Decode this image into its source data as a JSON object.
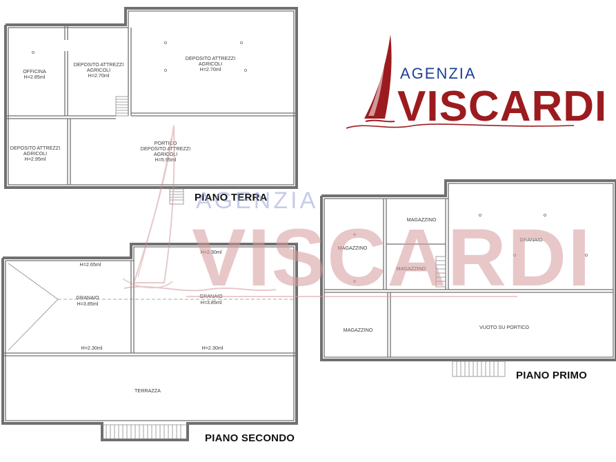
{
  "logo": {
    "top": "AGENZIA",
    "main": "VISCARDI",
    "colors": {
      "blue": "#1c3f9a",
      "red": "#9c1b1f"
    },
    "icon": "sailboat-icon"
  },
  "watermark": {
    "top": "AGENZIA",
    "main": "VISCARDI",
    "icon": "sailboat-watermark-icon"
  },
  "floors": {
    "terra": {
      "title": "PIANO TERRA",
      "rooms": {
        "officina": {
          "name": "OFFICINA",
          "height": "H=2.85ml"
        },
        "deposito1": {
          "line1": "DEPOSITO ATTREZZI",
          "line2": "AGRICOLI",
          "height": "H=2.70ml"
        },
        "deposito2": {
          "line1": "DEPOSITO ATTREZZI",
          "line2": "AGRICOLI",
          "height": "H=2.70ml"
        },
        "deposito3": {
          "line1": "DEPOSITO ATTREZZI",
          "line2": "AGRICOLI",
          "height": "H=2.95ml"
        },
        "portico": {
          "line1": "PORTICO",
          "line2": "DEPOSITO ATTREZZI",
          "line3": "AGRICOLI",
          "height": "H=5.95ml"
        }
      }
    },
    "primo": {
      "title": "PIANO PRIMO",
      "rooms": {
        "magazzino1": "MAGAZZINO",
        "magazzino2": "MAGAZZINO",
        "magazzino3": "MAGAZZINO",
        "magazzino4": "MAGAZZINO",
        "granaio": "GRANAIO",
        "vuoto": "VUOTO SU PORTICO"
      }
    },
    "secondo": {
      "title": "PIANO SECONDO",
      "rooms": {
        "granaio_left": {
          "name": "GRANAIO",
          "height": "H=3.85ml",
          "top_height": "H=2.65ml",
          "bottom_height": "H=2.30ml"
        },
        "granaio_right": {
          "name": "GRANAIO",
          "height": "H=3.85ml",
          "top_height": "H=2.30ml",
          "bottom_height": "H=2.30ml"
        },
        "terrazza": "TERRAZZA"
      }
    }
  }
}
